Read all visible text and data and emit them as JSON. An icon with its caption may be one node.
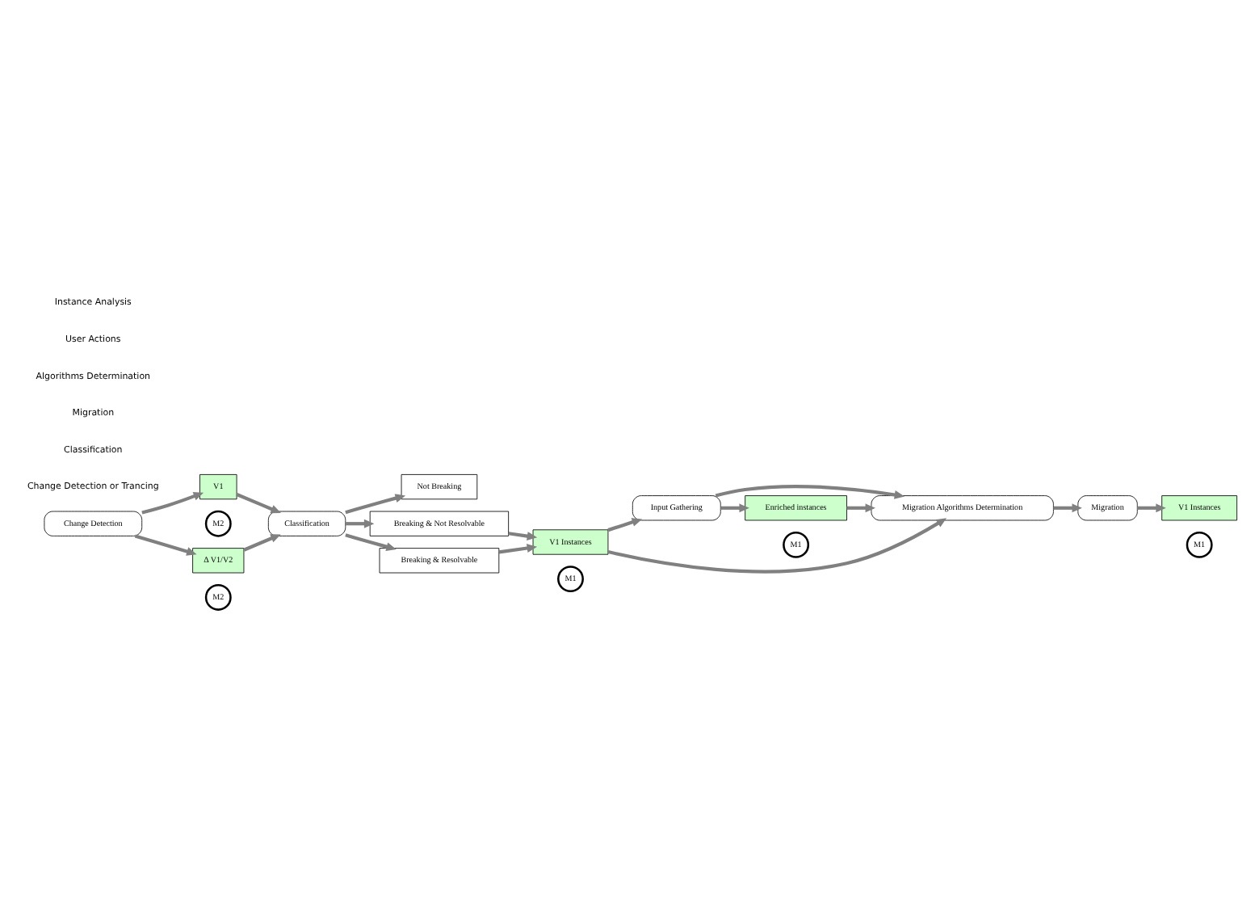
{
  "diagram": {
    "nodes": [
      {
        "text": [
          "Change Detection"
        ]
      },
      {
        "text": [
          "V1"
        ]
      },
      {
        "text": [
          "M2"
        ]
      },
      {
        "text": [
          "Δ V1/V2"
        ]
      },
      {
        "text": [
          "M2"
        ]
      },
      {
        "text": [
          "Classification"
        ]
      },
      {
        "text": [
          "Not Breaking"
        ]
      },
      {
        "text": [
          "Breaking & Not Resolvable"
        ]
      },
      {
        "text": [
          "Breaking & Resolvable"
        ]
      },
      {
        "text": [
          "V1 Instances"
        ]
      },
      {
        "text": [
          "M1"
        ]
      },
      {
        "text": [
          "Input Gathering"
        ]
      },
      {
        "text": [
          "Migration Algorithms Determination"
        ]
      },
      {
        "text": [
          "Enriched instances"
        ]
      },
      {
        "text": [
          "M1"
        ]
      },
      {
        "text": [
          "Migration"
        ]
      },
      {
        "text": [
          "V1 Instances"
        ]
      },
      {
        "text": [
          "M1"
        ]
      }
    ],
    "edges": [
      {
        "from": 0,
        "to": 1,
        "arrow": "to"
      },
      {
        "from": 0,
        "to": 3,
        "arrow": "to"
      },
      {
        "from": 1,
        "to": 5,
        "arrow": "to"
      },
      {
        "from": 3,
        "to": 5,
        "arrow": "to"
      },
      {
        "from": 5,
        "to": 6,
        "arrow": "to"
      },
      {
        "from": 5,
        "to": 7,
        "arrow": "to"
      },
      {
        "from": 5,
        "to": 8,
        "arrow": "to"
      },
      {
        "from": 7,
        "to": 9,
        "arrow": "to"
      },
      {
        "from": 8,
        "to": 9,
        "arrow": "to"
      },
      {
        "from": 9,
        "to": 12,
        "arrow": "to"
      },
      {
        "from": 11,
        "to": 12,
        "arrow": "to"
      },
      {
        "from": 9,
        "to": 11,
        "arrow": "to"
      },
      {
        "from": 11,
        "to": 13,
        "arrow": "to"
      },
      {
        "from": 13,
        "to": 12,
        "arrow": "to"
      },
      {
        "from": 12,
        "to": 15,
        "arrow": "to"
      },
      {
        "from": 15,
        "to": 16,
        "arrow": "to"
      }
    ],
    "labels": [
      "Change Detection or Trancing",
      "Classification",
      "Migration",
      "Algorithms Determination",
      "User Actions",
      "Instance Analysis"
    ]
  }
}
